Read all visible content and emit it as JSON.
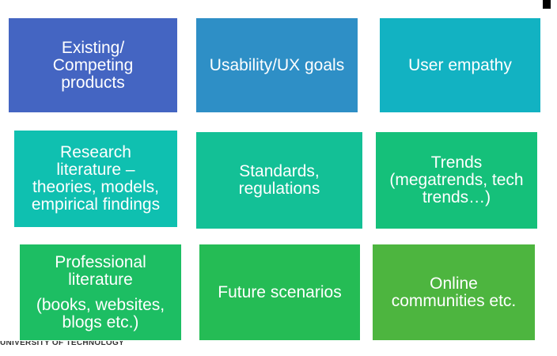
{
  "boxes": [
    {
      "lines": [
        "Existing/",
        "Competing",
        "products"
      ],
      "color": "#4465C2"
    },
    {
      "lines": [
        "Usability/UX goals"
      ],
      "color": "#2E8FC6"
    },
    {
      "lines": [
        "User empathy"
      ],
      "color": "#12B2C2"
    },
    {
      "lines": [
        "Research",
        "literature –",
        "theories, models,",
        "empirical findings"
      ],
      "color": "#0FC0B0"
    },
    {
      "lines": [
        "Standards,",
        "regulations"
      ],
      "color": "#13C096"
    },
    {
      "lines": [
        "Trends",
        "(megatrends, tech",
        "trends…)"
      ],
      "color": "#15C07A"
    },
    {
      "lines": [
        "Professional",
        "literature"
      ],
      "extra_lines": [
        "(books, websites,",
        "blogs etc.)"
      ],
      "color": "#1DBE63"
    },
    {
      "lines": [
        "Future scenarios"
      ],
      "color": "#25BC55"
    },
    {
      "lines": [
        "Online",
        "communities etc."
      ],
      "color": "#4DB53F"
    }
  ],
  "footer": {
    "text": "UNIVERSITY OF TECHNOLOGY"
  }
}
